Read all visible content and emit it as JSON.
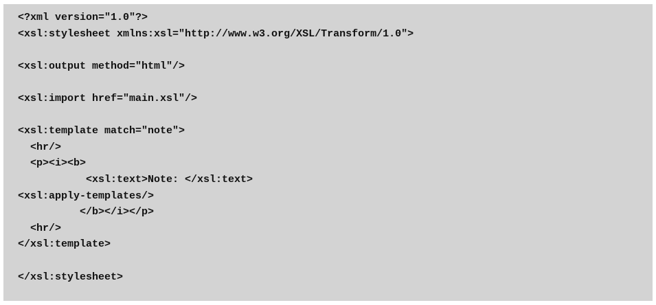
{
  "code": {
    "lines": [
      "<?xml version=\"1.0\"?>",
      "<xsl:stylesheet xmlns:xsl=\"http://www.w3.org/XSL/Transform/1.0\">",
      "",
      "<xsl:output method=\"html\"/>",
      "",
      "<xsl:import href=\"main.xsl\"/>",
      "",
      "<xsl:template match=\"note\">",
      "  <hr/>",
      "  <p><i><b>",
      "           <xsl:text>Note: </xsl:text>",
      "<xsl:apply-templates/>",
      "          </b></i></p>",
      "  <hr/>",
      "</xsl:template>",
      "",
      "</xsl:stylesheet>"
    ]
  }
}
